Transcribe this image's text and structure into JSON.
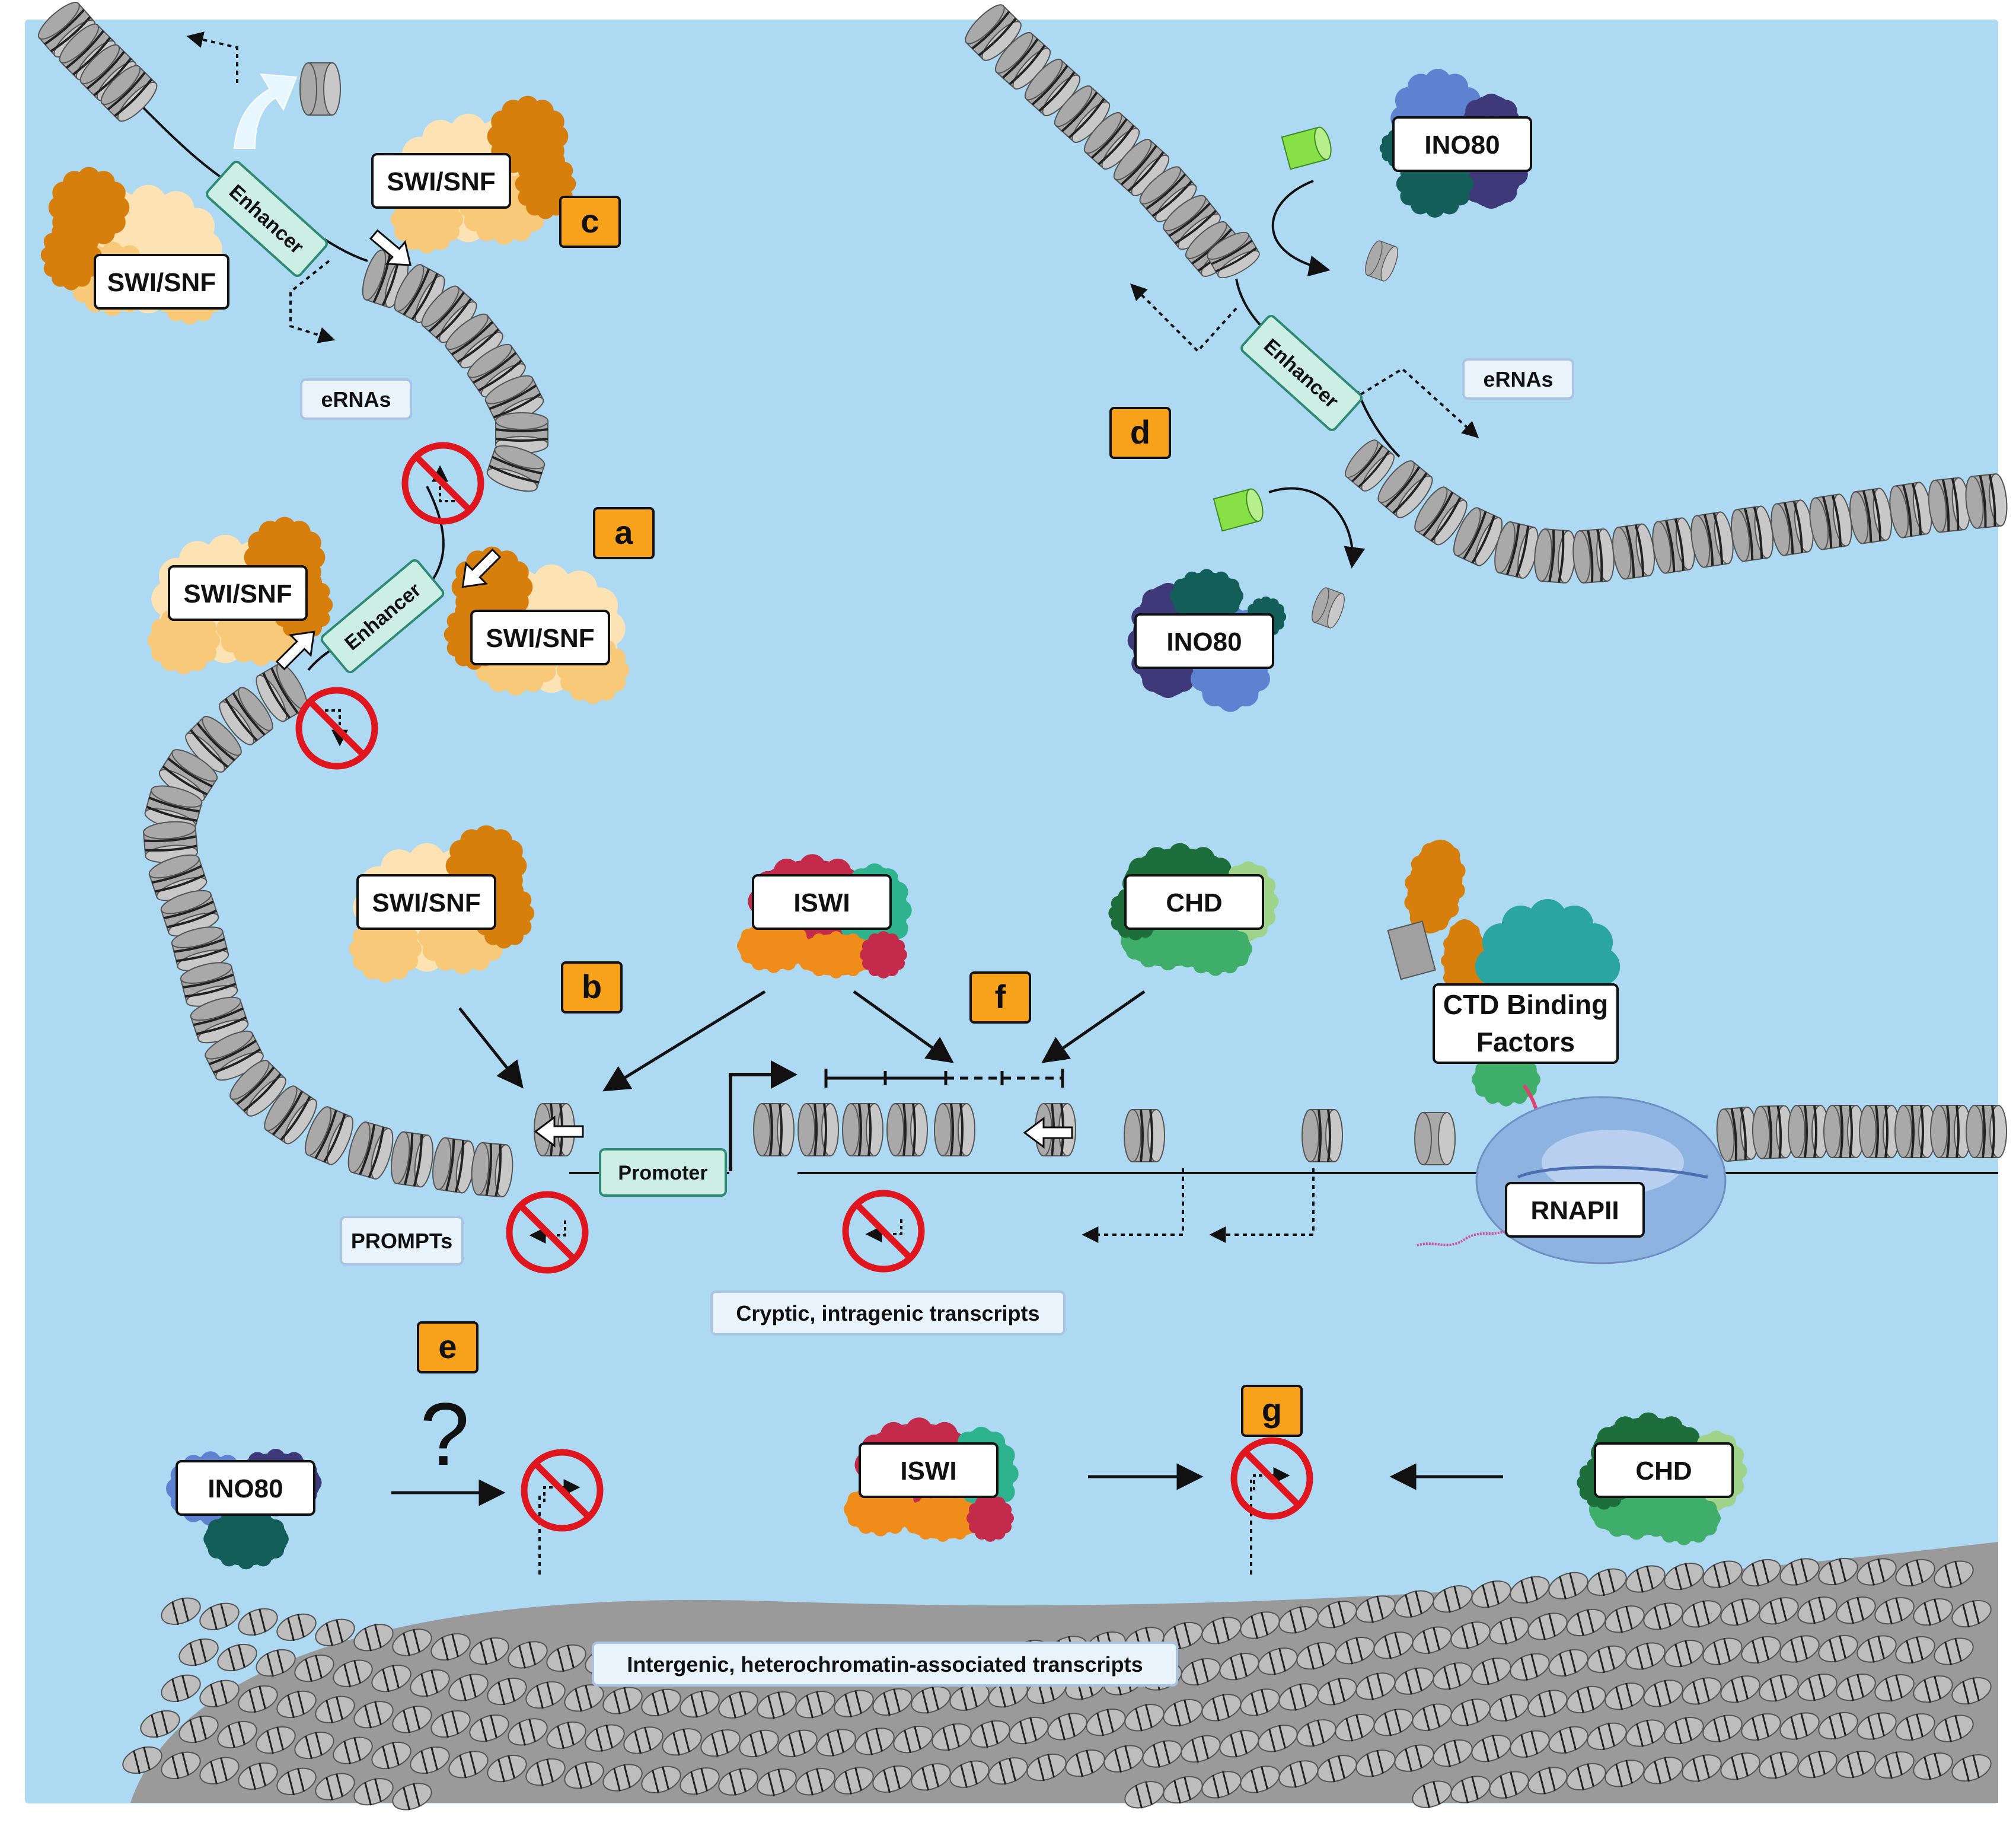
{
  "colors": {
    "background": "#add9f3",
    "nucleosome": "#a9a9a9",
    "nucleosome_dark": "#6e6e6e",
    "swisnf_dark": "#d77f0c",
    "swisnf_light": "#fde3b4",
    "swisnf_mid": "#f7c979",
    "iswi_red": "#c42a4a",
    "iswi_orange": "#f08c1a",
    "iswi_teal": "#2fb38f",
    "chd_dark": "#1e6e3b",
    "chd_mid": "#3fae6a",
    "chd_light": "#9fd38a",
    "ino80_navy": "#3e3978",
    "ino80_blue": "#5d82cf",
    "ino80_teal": "#145e5a",
    "panel_tag": "#f7a21a",
    "element_box": "#cdeee4",
    "element_border": "#2e8a73",
    "transcript_box": "#e9f3fc",
    "prohibit_red": "#e0161f",
    "rnapii": "#8fb3e0",
    "evicted_histone": "#86e046"
  },
  "panels": [
    "a",
    "b",
    "c",
    "d",
    "e",
    "f",
    "g"
  ],
  "complexes": {
    "swisnf": "SWI/SNF",
    "iswi": "ISWI",
    "chd": "CHD",
    "ino80": "INO80",
    "ctd_line1": "CTD Binding",
    "ctd_line2": "Factors",
    "rnapii": "RNAPII"
  },
  "elements": {
    "enhancer": "Enhancer",
    "promoter": "Promoter"
  },
  "transcripts": {
    "ernas": "eRNAs",
    "prompts": "PROMPTs",
    "cryptic": "Cryptic, intragenic transcripts",
    "intergenic": "Intergenic, heterochromatin-associated transcripts"
  },
  "question_mark": "?"
}
